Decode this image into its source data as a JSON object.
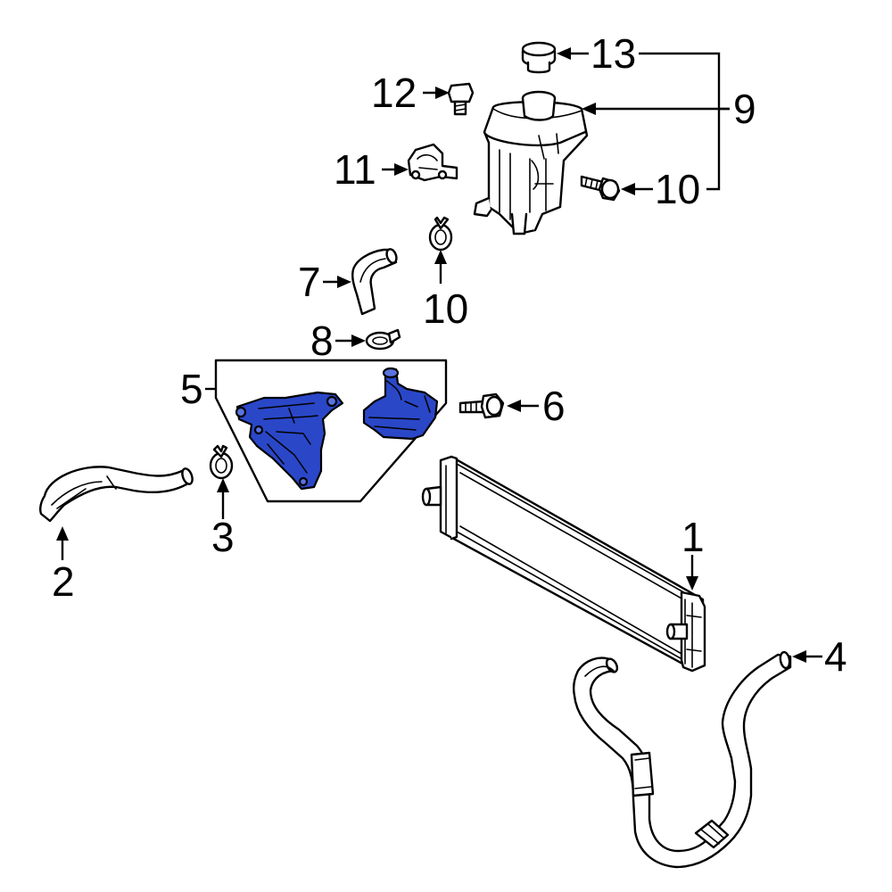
{
  "diagram": {
    "callouts": {
      "c1": "1",
      "c2": "2",
      "c3": "3",
      "c4": "4",
      "c5": "5",
      "c6": "6",
      "c7": "7",
      "c8": "8",
      "c9": "9",
      "c10a": "10",
      "c10b": "10",
      "c11": "11",
      "c12": "12",
      "c13": "13"
    },
    "highlight_color": "#2a47c8",
    "line_color": "#000000"
  }
}
